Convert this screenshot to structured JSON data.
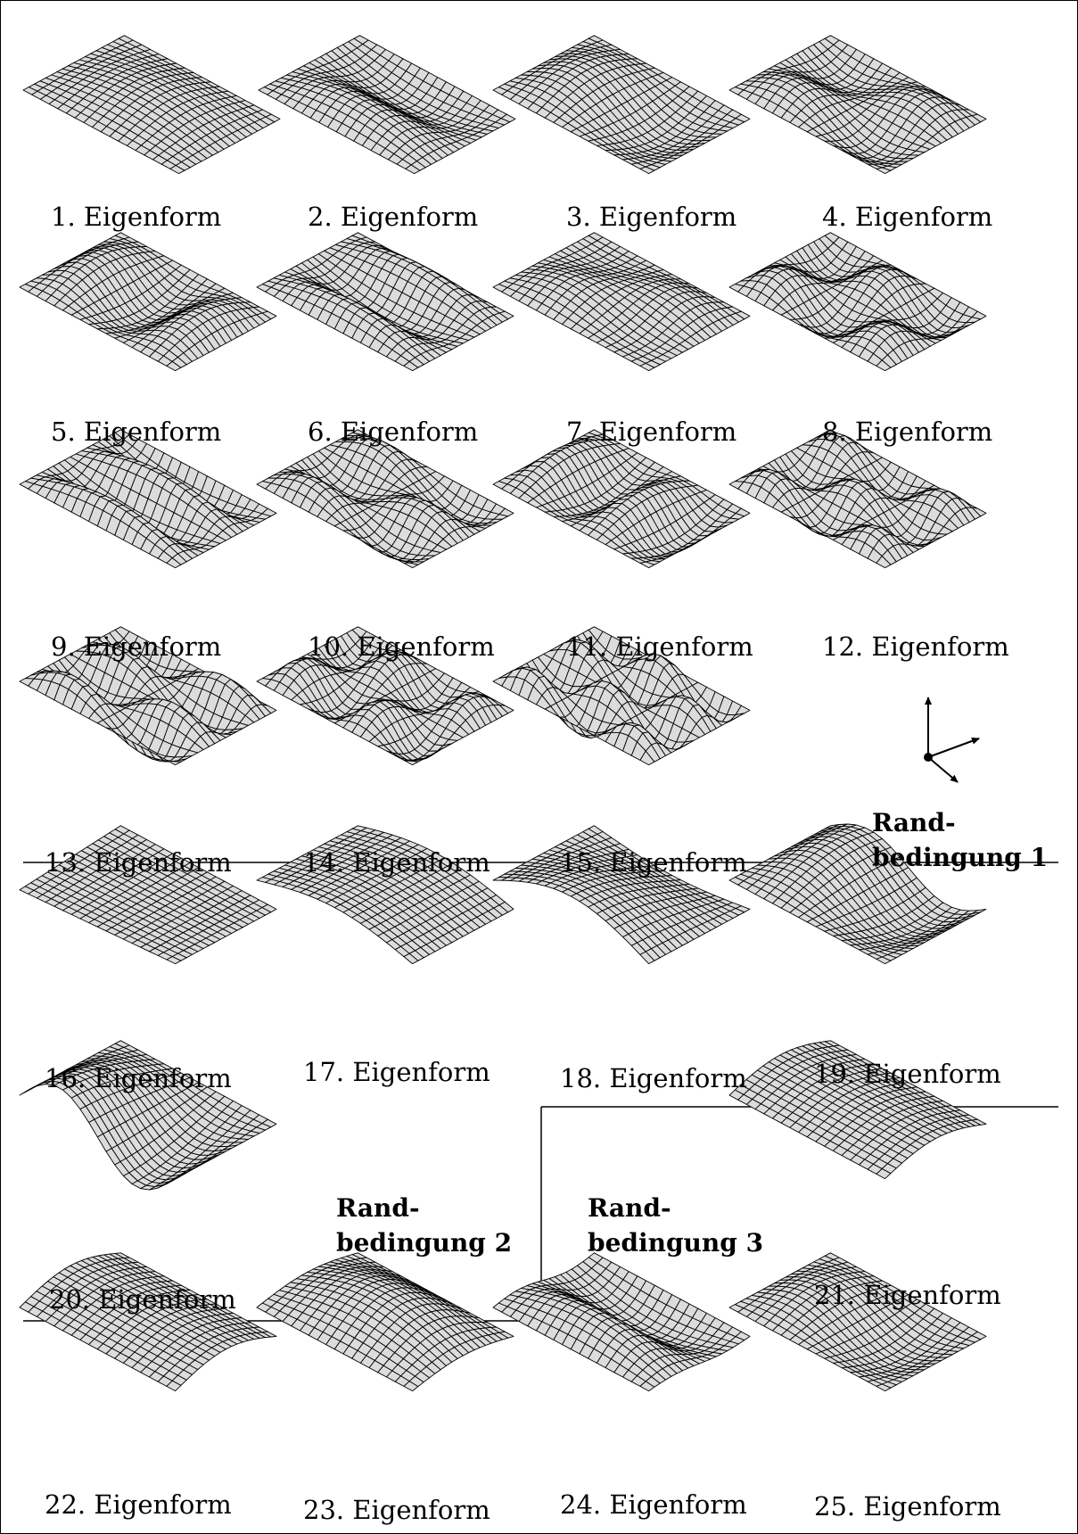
{
  "panels": [
    {
      "label": "1. Eigenform"
    },
    {
      "label": "2. Eigenform"
    },
    {
      "label": "3. Eigenform"
    },
    {
      "label": "4. Eigenform"
    },
    {
      "label": "5. Eigenform"
    },
    {
      "label": "6. Eigenform"
    },
    {
      "label": "7. Eigenform"
    },
    {
      "label": "8. Eigenform"
    },
    {
      "label": "9. Eigenform"
    },
    {
      "label": "10. Eigenform"
    },
    {
      "label": "11. Eigenform"
    },
    {
      "label": "12. Eigenform"
    },
    {
      "label": "13. Eigenform"
    },
    {
      "label": "14. Eigenform"
    },
    {
      "label": "15. Eigenform"
    },
    {
      "label": "16. Eigenform"
    },
    {
      "label": "17. Eigenform"
    },
    {
      "label": "18. Eigenform"
    },
    {
      "label": "19. Eigenform"
    },
    {
      "label": "20. Eigenform"
    },
    {
      "label": "21. Eigenform"
    },
    {
      "label": "22. Eigenform"
    },
    {
      "label": "23. Eigenform"
    },
    {
      "label": "24. Eigenform"
    },
    {
      "label": "25. Eigenform"
    }
  ],
  "boundary_conditions": [
    {
      "line1": "Rand-",
      "line2": "bedingung 1"
    },
    {
      "line1": "Rand-",
      "line2": "bedingung 2"
    },
    {
      "line1": "Rand-",
      "line2": "bedingung 3"
    }
  ],
  "mesh_fill": "#dcdcdc",
  "mesh_stroke": "#000000"
}
